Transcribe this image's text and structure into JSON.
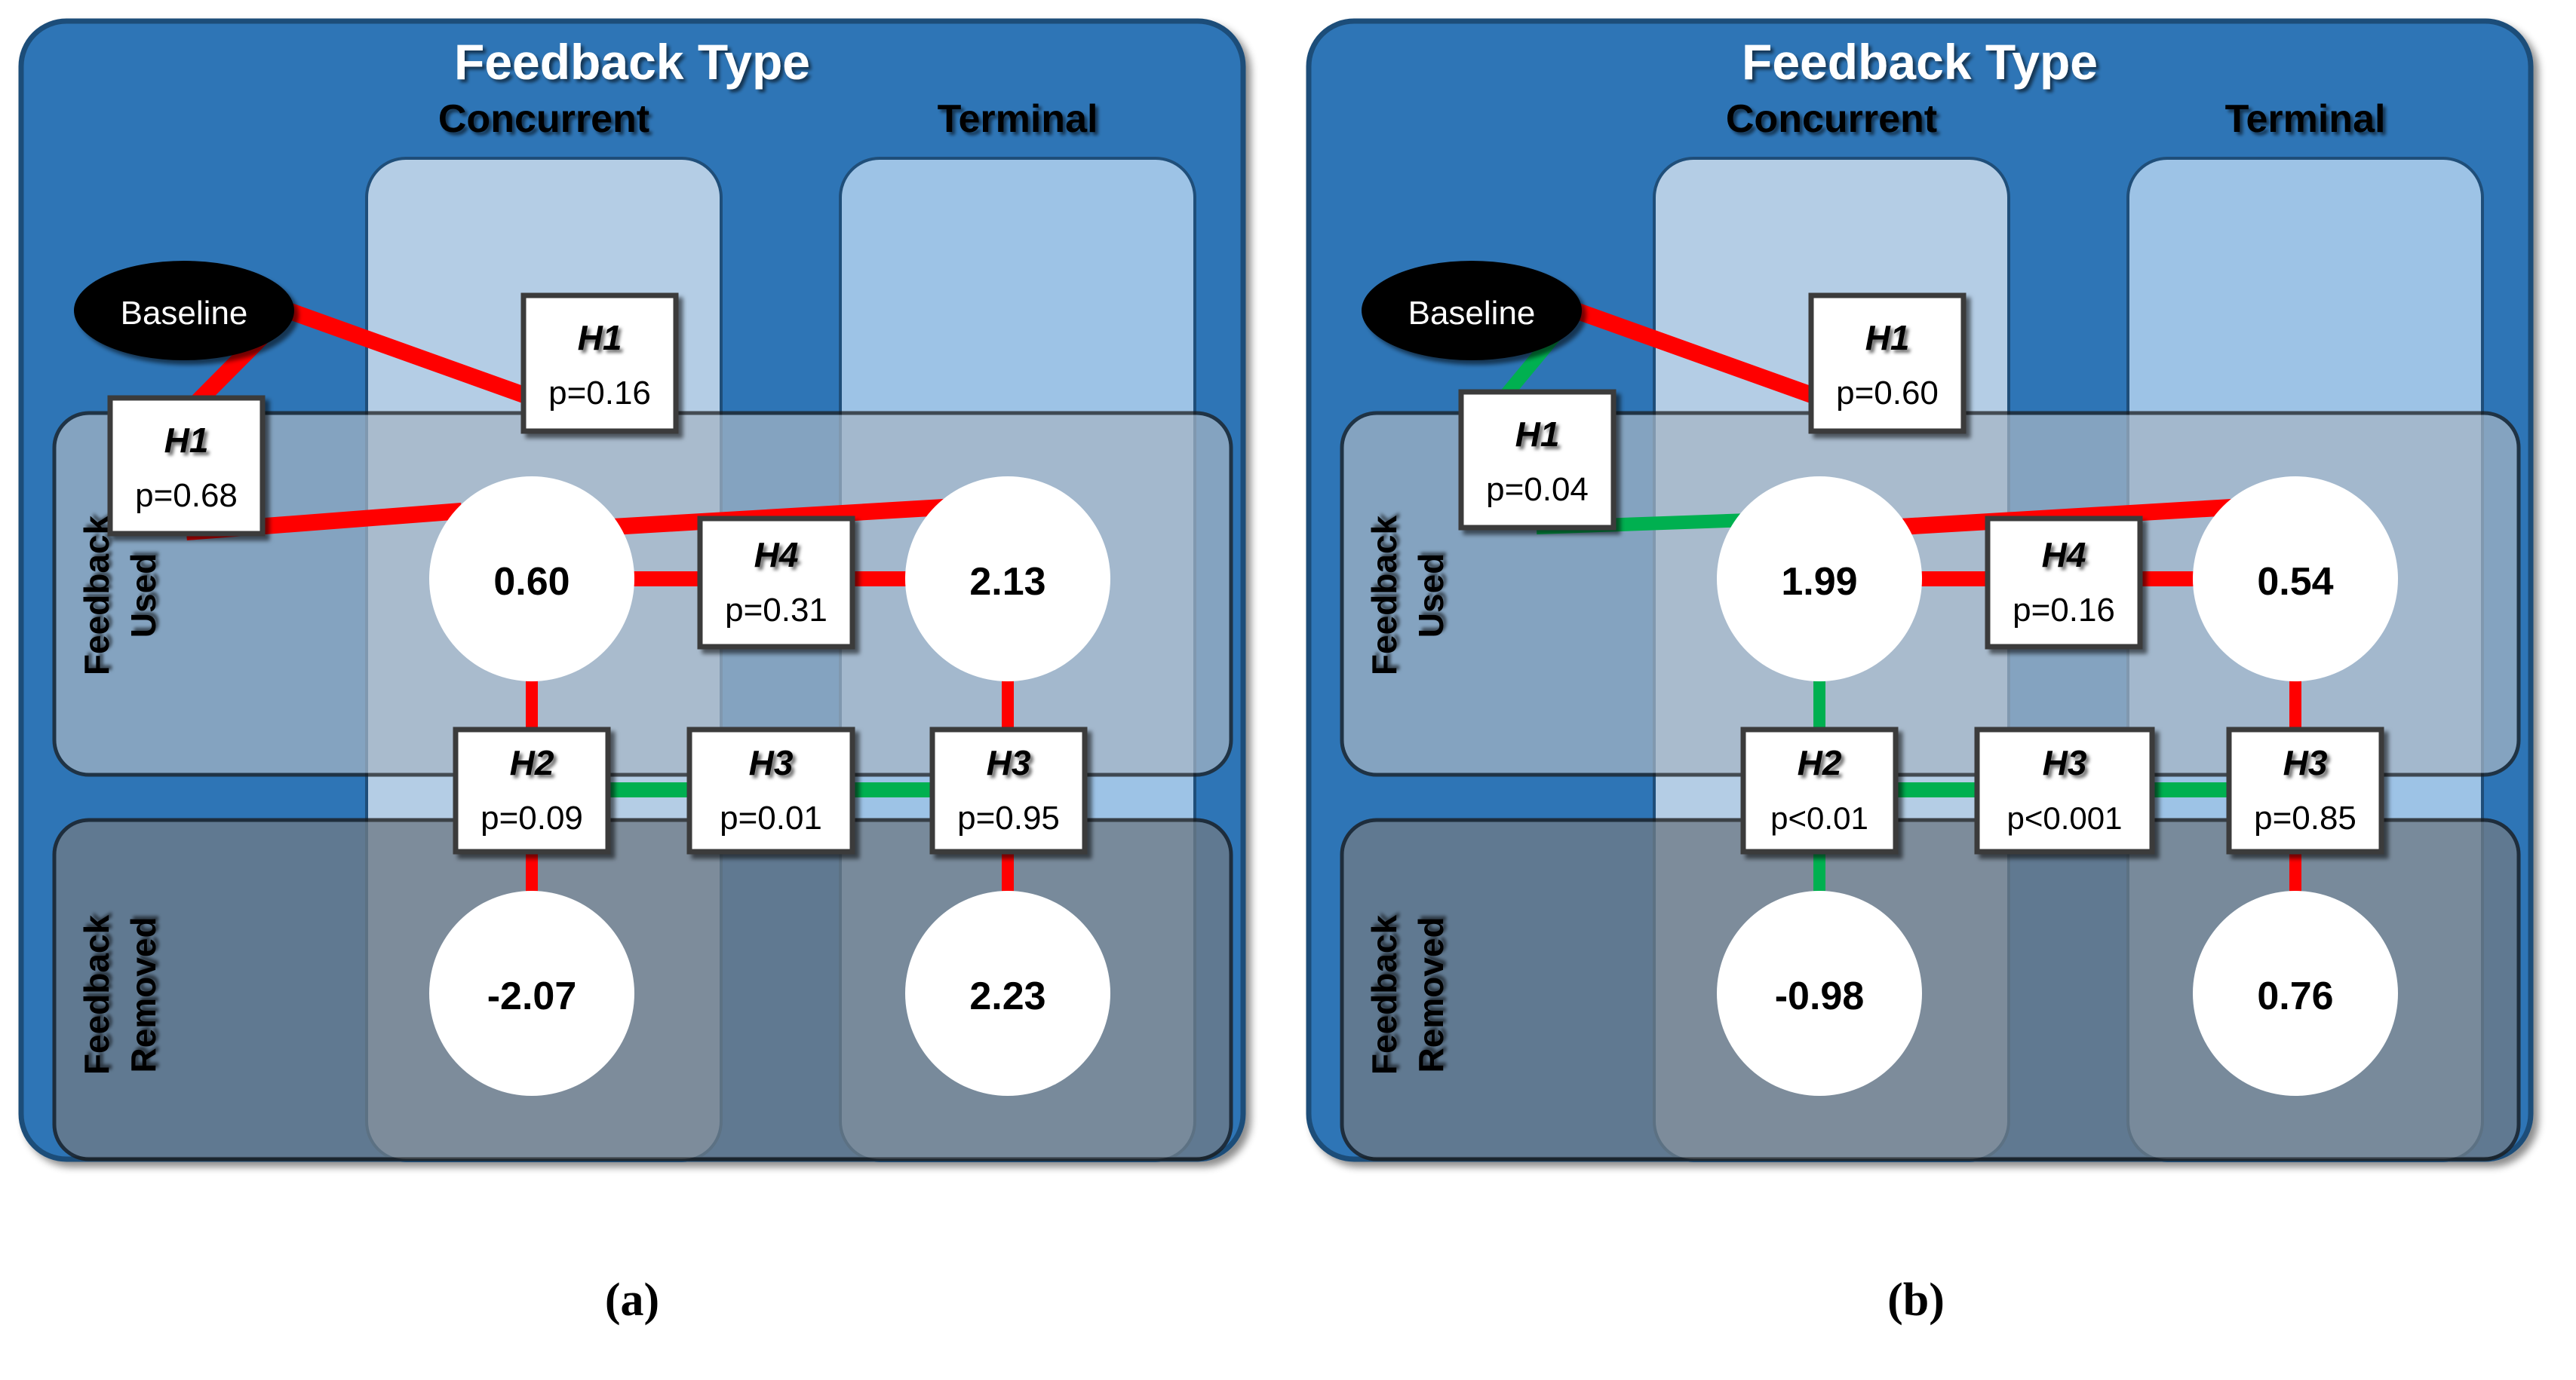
{
  "figure": {
    "panels": [
      {
        "id": "a",
        "caption": "(a)",
        "outer_title": "Feedback Type",
        "columns": [
          "Concurrent",
          "Terminal"
        ],
        "rows": [
          "Feedback\nUsed",
          "Feedback\nRemoved"
        ],
        "row_labels": [
          {
            "line1": "Feedback",
            "line2": "Used"
          },
          {
            "line1": "Feedback",
            "line2": "Removed"
          }
        ],
        "baseline_label": "Baseline",
        "nodes": [
          {
            "name": "concurrent-used",
            "value": "0.60"
          },
          {
            "name": "terminal-used",
            "value": "2.13"
          },
          {
            "name": "concurrent-removed",
            "value": "-2.07"
          },
          {
            "name": "terminal-removed",
            "value": "2.23"
          }
        ],
        "hypotheses": [
          {
            "name": "h1-baseline-concurrent",
            "label": "H1",
            "p": "p=0.68",
            "color": "#FF0000"
          },
          {
            "name": "h1-baseline-terminal",
            "label": "H1",
            "p": "p=0.16",
            "color": "#FF0000"
          },
          {
            "name": "h4-used-row",
            "label": "H4",
            "p": "p=0.31",
            "color": "#FF0000"
          },
          {
            "name": "h2-concurrent-column",
            "label": "H2",
            "p": "p=0.09",
            "color": "#FF0000"
          },
          {
            "name": "h3-removed-row",
            "label": "H3",
            "p": "p=0.01",
            "color": "#00B050"
          },
          {
            "name": "h3-terminal-column",
            "label": "H3",
            "p": "p=0.95",
            "color": "#FF0000"
          }
        ]
      },
      {
        "id": "b",
        "caption": "(b)",
        "outer_title": "Feedback Type",
        "columns": [
          "Concurrent",
          "Terminal"
        ],
        "rows": [
          "Feedback\nUsed",
          "Feedback\nRemoved"
        ],
        "row_labels": [
          {
            "line1": "Feedback",
            "line2": "Used"
          },
          {
            "line1": "Feedback",
            "line2": "Removed"
          }
        ],
        "baseline_label": "Baseline",
        "nodes": [
          {
            "name": "concurrent-used",
            "value": "1.99"
          },
          {
            "name": "terminal-used",
            "value": "0.54"
          },
          {
            "name": "concurrent-removed",
            "value": "-0.98"
          },
          {
            "name": "terminal-removed",
            "value": "0.76"
          }
        ],
        "hypotheses": [
          {
            "name": "h1-baseline-concurrent",
            "label": "H1",
            "p": "p=0.04",
            "color": "#00B050"
          },
          {
            "name": "h1-baseline-terminal",
            "label": "H1",
            "p": "p=0.60",
            "color": "#FF0000"
          },
          {
            "name": "h4-used-row",
            "label": "H4",
            "p": "p=0.16",
            "color": "#FF0000"
          },
          {
            "name": "h2-concurrent-column",
            "label": "H2",
            "p": "p<0.01",
            "color": "#00B050"
          },
          {
            "name": "h3-removed-row",
            "label": "H3",
            "p": "p<0.001",
            "color": "#00B050"
          },
          {
            "name": "h3-terminal-column",
            "label": "H3",
            "p": "p=0.85",
            "color": "#FF0000"
          }
        ]
      }
    ],
    "colors": {
      "outer_blue": "#2E75B6",
      "column_light": "#B4CDE5",
      "column_mid": "#9DC3E6",
      "row_used": "#A6B5C4",
      "row_removed": "#6E7B87",
      "node_fill": "#FFFFFF",
      "baseline_fill": "#000000",
      "significant": "#00B050",
      "nonsignificant": "#FF0000",
      "box_fill": "#FFFFFF",
      "box_stroke": "#3A3A3A"
    }
  }
}
